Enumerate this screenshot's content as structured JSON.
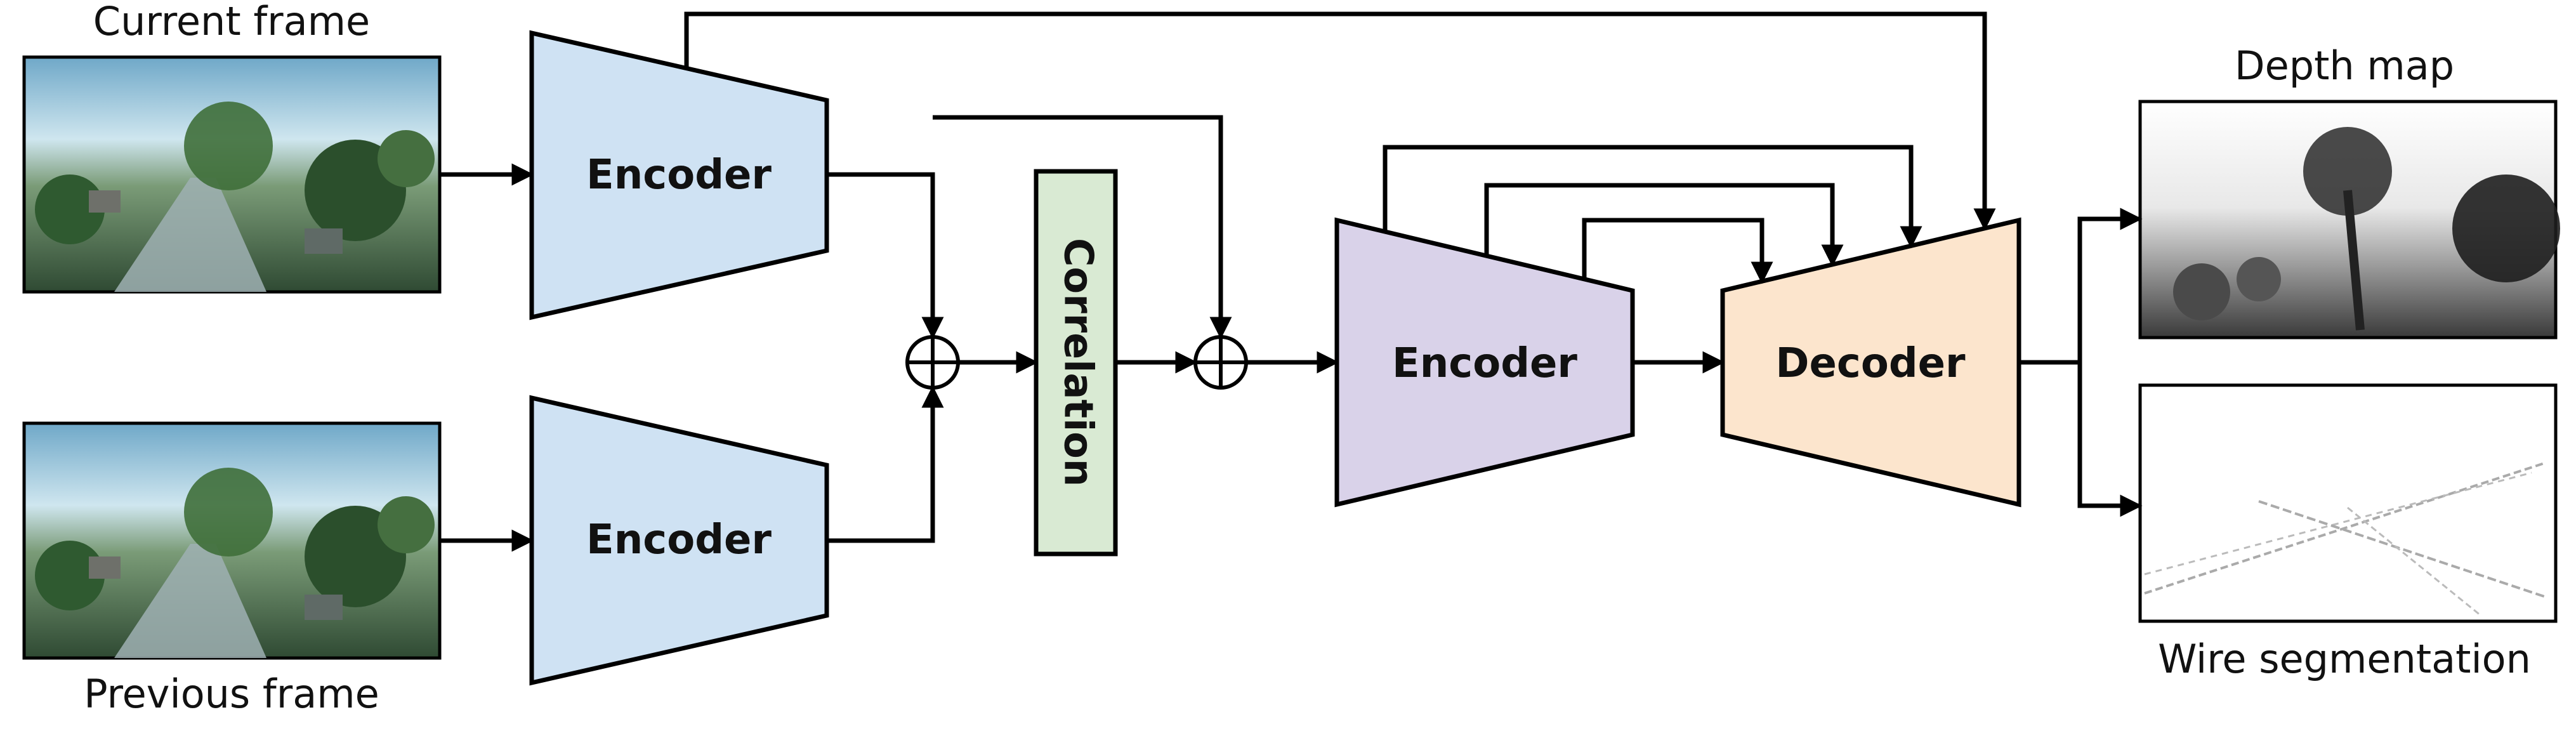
{
  "inputs": {
    "current_frame_label": "Current frame",
    "previous_frame_label": "Previous frame"
  },
  "blocks": {
    "encoder_top_label": "Encoder",
    "encoder_bottom_label": "Encoder",
    "correlation_label": "Correlation",
    "encoder_middle_label": "Encoder",
    "decoder_label": "Decoder"
  },
  "outputs": {
    "depth_map_label": "Depth map",
    "wire_segmentation_label": "Wire segmentation"
  },
  "colors": {
    "encoder_input_fill": "#cfe2f3",
    "correlation_fill": "#d9ead3",
    "encoder_fusion_fill": "#d9d2e9",
    "decoder_fill": "#fce5cd"
  }
}
